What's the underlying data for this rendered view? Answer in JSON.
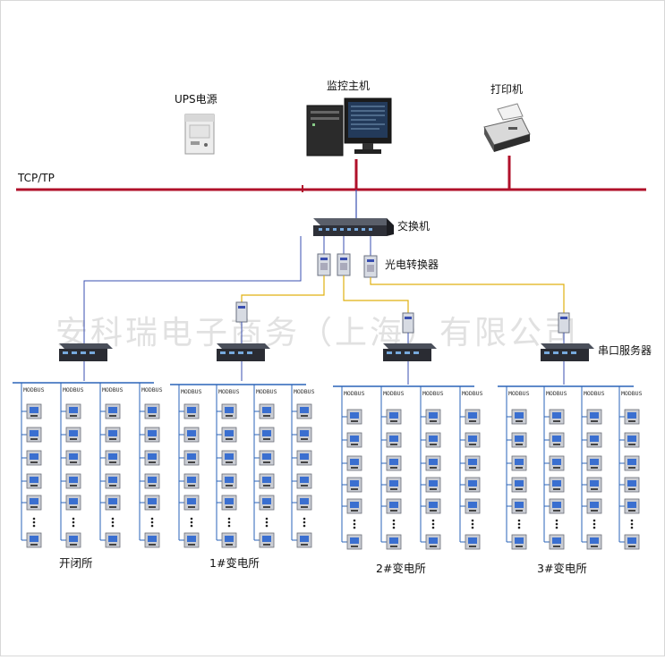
{
  "labels": {
    "ups": "UPS电源",
    "host": "监控主机",
    "printer": "打印机",
    "network": "TCP/TP",
    "switch": "交换机",
    "converter": "光电转换器",
    "serial_server": "串口服务器"
  },
  "watermark": "安科瑞电子商务（上海）有限公司",
  "substations": [
    {
      "name": "开闭所",
      "buses": [
        "MODBUS",
        "MODBUS",
        "MODBUS",
        "MODBUS"
      ]
    },
    {
      "name": "1#变电所",
      "buses": [
        "MODBUS",
        "MODBUS",
        "MODBUS",
        "MODBUS"
      ]
    },
    {
      "name": "2#变电所",
      "buses": [
        "MODBUS",
        "MODBUS",
        "MODBUS",
        "MODBUS"
      ]
    },
    {
      "name": "3#变电所",
      "buses": [
        "MODBUS",
        "MODBUS",
        "MODBUS",
        "MODBUS"
      ]
    }
  ],
  "colors": {
    "tcp_line": "#b0102a",
    "blue_link": "#3a4fb0",
    "fiber_link": "#e0b010",
    "bus_line": "#2a63b8",
    "meter_screen": "#3a6fd0"
  }
}
